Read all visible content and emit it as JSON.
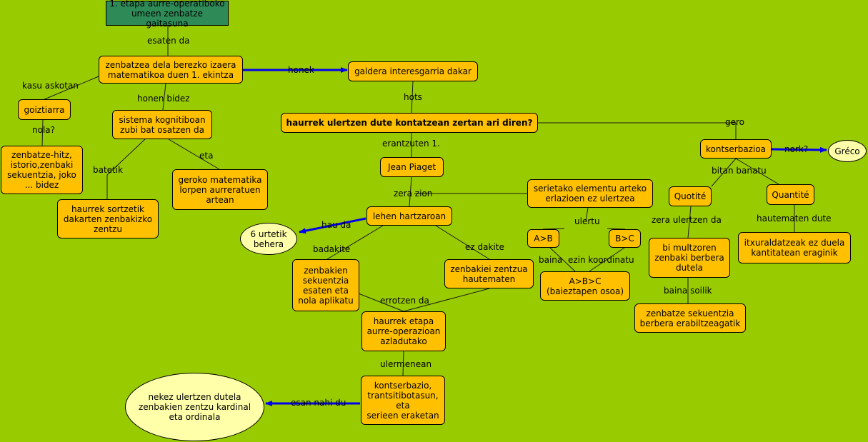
{
  "colors": {
    "background": "#99cc00",
    "box_fill": "#ffc000",
    "root_fill": "#2e8b57",
    "ellipse_fill": "#ffffaa",
    "connector": "#1a1a1a",
    "arrow": "#0000ee"
  },
  "nodes": {
    "root": "1. etapa aurre-operatiboko\numeen zenbatze gaitasuna",
    "zenbatzea": "zenbatzea dela berezko izaera\nmatematikoa duen 1. ekintza",
    "galdera": "galdera interesgarria dakar",
    "goiztiarra": "goiztiarra",
    "sistema": "sistema kognitiboan\nzubi bat osatzen da",
    "haurrek_ulertzen": "haurrek ulertzen dute kontatzean zertan ari diren?",
    "zenbatze_hitz": "zenbatze-hitz,\nistorio,zenbaki\nsekuentzia, joko\n... bidez",
    "geroko": "geroko matematika\nlorpen aurreratuen\nartean",
    "haurrek_sortzetik": "haurrek sortzetik\ndakarten zenbakizko\nzentzu",
    "jean_piaget": "Jean Piaget",
    "serietako": "serietako elementu arteko\nerlazioen ez ulertzea",
    "kontserbazioa": "kontserbazioa",
    "greco": "Gréco",
    "quotite": "Quotité",
    "quantite": "Quantité",
    "lehen_hartzaroan": "lehen hartzaroan",
    "sei_urtetik": "6 urtetik\nbehera",
    "a_b": "A>B",
    "b_c": "B>C",
    "a_b_c": "A>B>C\n(baieztapen osoa)",
    "bi_multzoren": "bi multzoren\nzenbaki berbera\ndutela",
    "itxuraldatzeak": "itxuraldatzeak ez duela\nkantitatean eraginik",
    "zenbakien_sekuentzia": "zenbakien\nsekuentzia\nesaten eta\nnola aplikatu",
    "zenbakiei_zentzua": "zenbakiei zentzua\nhautematen",
    "zenbatze_sekuentzia": "zenbatze sekuentzia\nberbera erabiltzeagatik",
    "haurrek_etapa": "haurrek etapa\naurre-operazioan\nazladutako",
    "kontserbazio_trantsitibotasun": "kontserbazio,\ntrantsitibotasun,\neta\nserieen eraketan",
    "nekez": "nekez ulertzen dutela\nzenbakien zentzu kardinal\neta ordinala"
  },
  "links": {
    "esaten_da": "esaten da",
    "honek": "honek",
    "kasu_askotan": "kasu askotan",
    "honen_bidez": "honen bidez",
    "hots": "hots",
    "nola": "nola?",
    "gero": "gero",
    "eta_1": "eta",
    "batetik": "batetik",
    "erantzuten": "erantzuten 1.",
    "nork": "nork?",
    "bitan_banatu": "bitan banatu",
    "zera_zion": "zera zion",
    "zera_ulertzen_da": "zera ulertzen da",
    "hautematen_dute": "hautematen dute",
    "ulertu": "ulertu",
    "hau_da": "hau da",
    "badakite": "badakite",
    "ez_dakite": "ez dakite",
    "baina": "baina",
    "ezin_koordinatu": "ezin koordinatu",
    "baina_soilik": "baina soilik",
    "errotzen_da": "errotzen da",
    "ulermenean": "ulermenean",
    "esan_nahi_du": "esan nahi du"
  }
}
